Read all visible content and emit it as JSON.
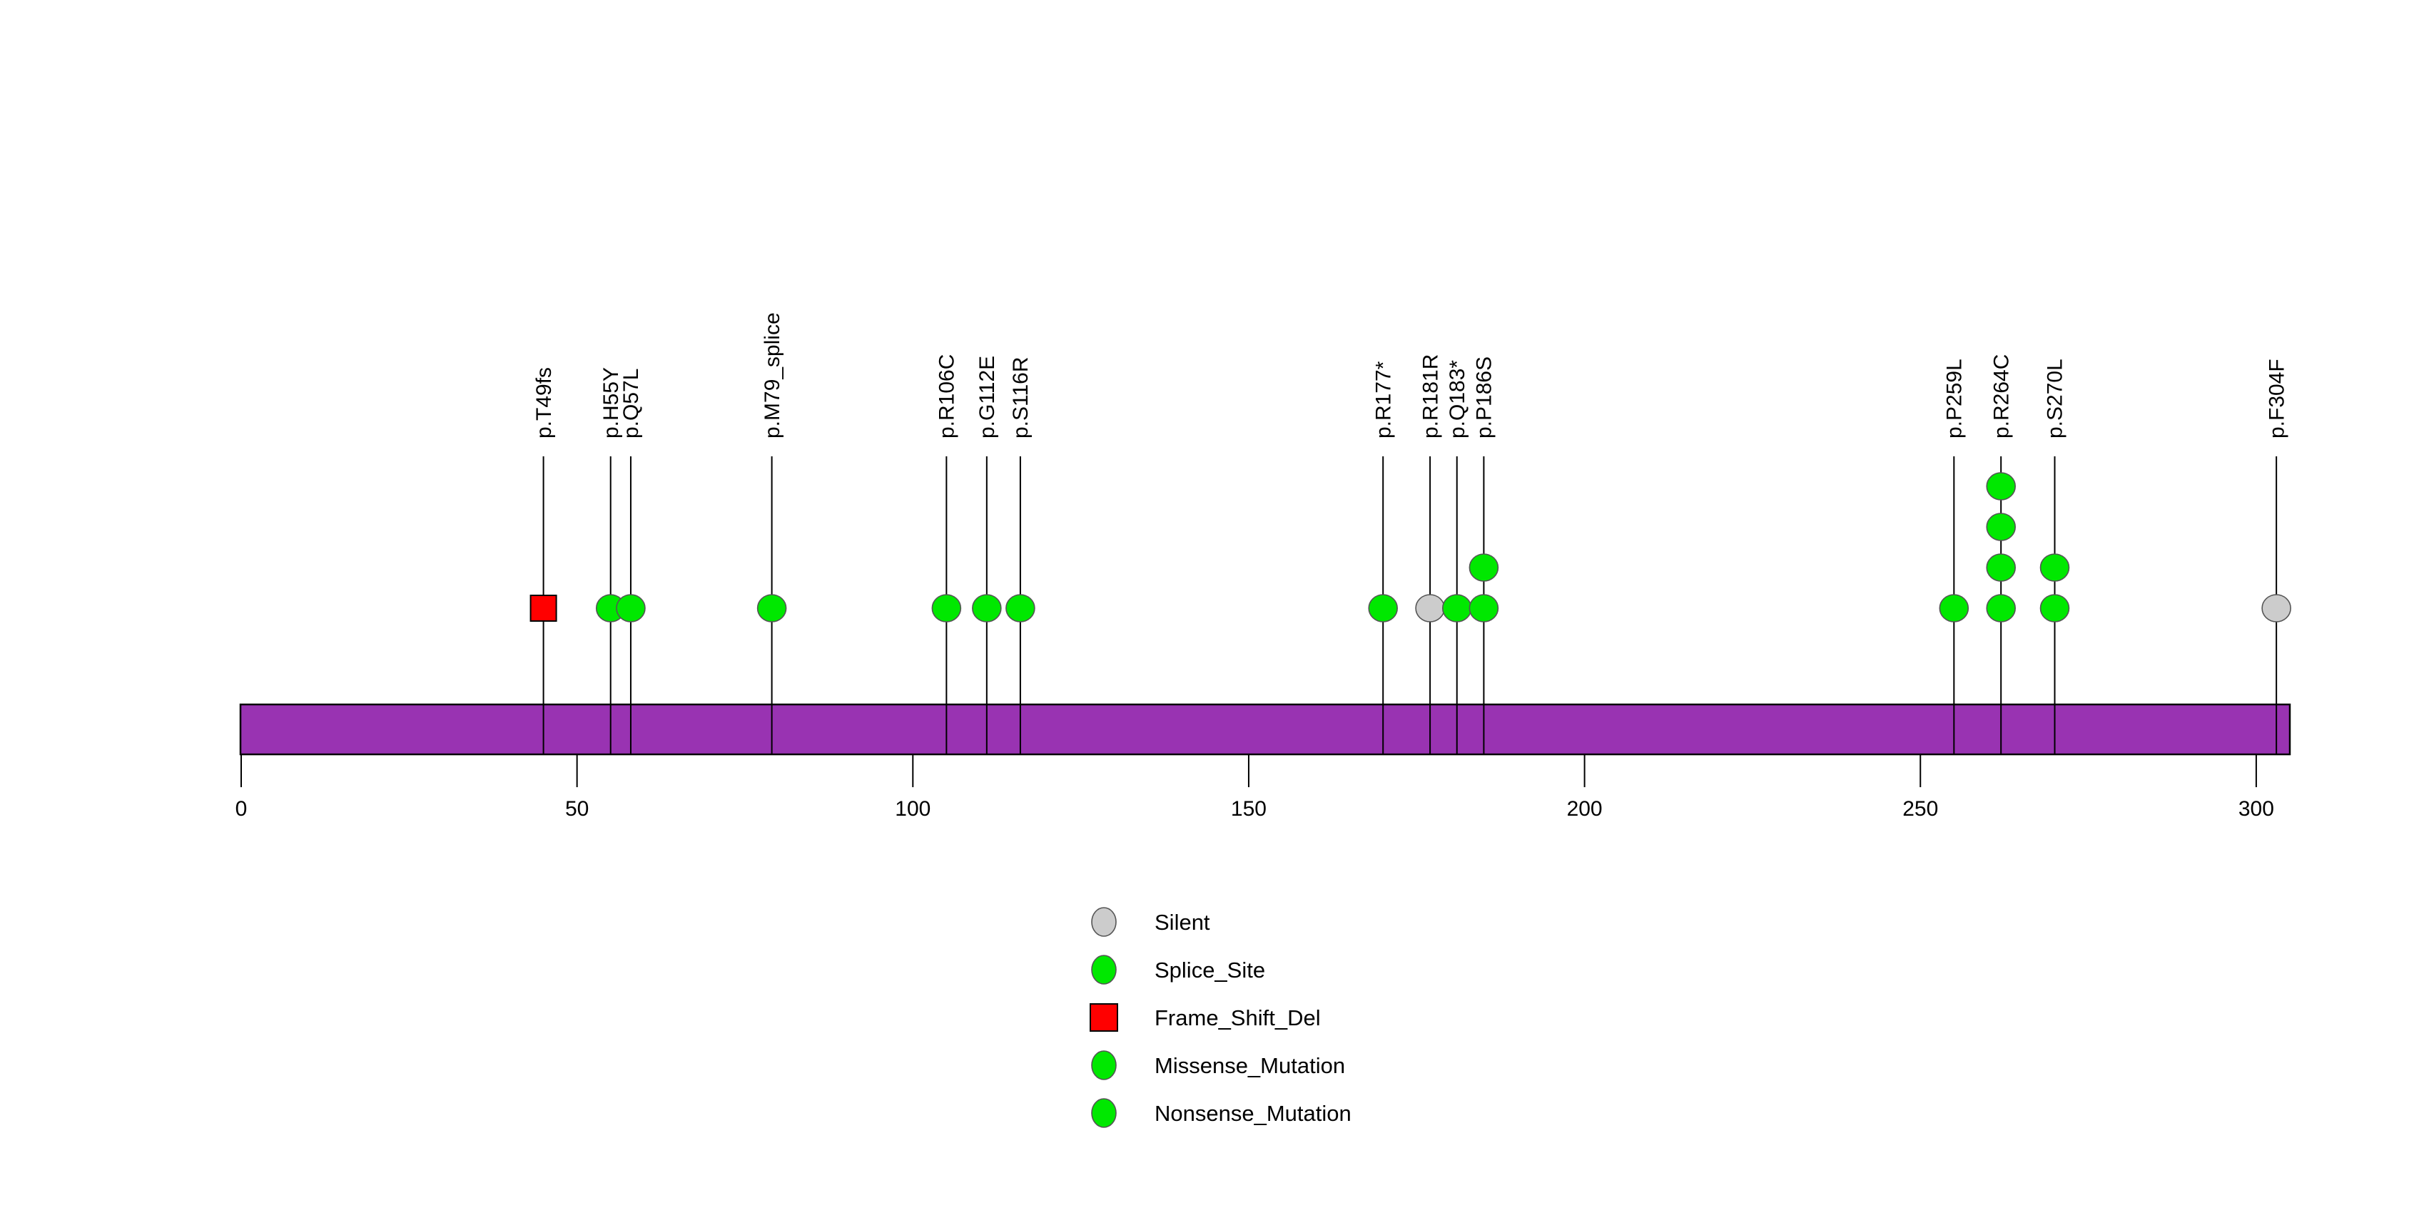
{
  "chart_data": {
    "type": "lollipop",
    "title": "",
    "subtitle": "",
    "xlabel": "",
    "ylabel": "",
    "xlim": [
      0,
      305
    ],
    "grid": false,
    "protein_length": 305,
    "domain_track": {
      "name": "protein-backbone",
      "start": 0,
      "end": 305,
      "color": "#9933B2",
      "border_color": "#000000"
    },
    "axis": {
      "ticks": [
        0,
        50,
        100,
        150,
        200,
        250,
        300
      ],
      "tick_labels": [
        "0",
        "50",
        "100",
        "150",
        "200",
        "250",
        "300"
      ]
    },
    "mutations": [
      {
        "label": "p.T49fs",
        "position": 45,
        "count": 1,
        "class": "Frame_Shift_Del",
        "shape": "square",
        "color": "#FF0000"
      },
      {
        "label": "p.H55Y",
        "position": 55,
        "count": 1,
        "class": "Missense_Mutation",
        "shape": "circle",
        "color": "#00E800"
      },
      {
        "label": "p.Q57L",
        "position": 58,
        "count": 1,
        "class": "Missense_Mutation",
        "shape": "circle",
        "color": "#00E800"
      },
      {
        "label": "p.M79_splice",
        "position": 79,
        "count": 1,
        "class": "Splice_Site",
        "shape": "circle",
        "color": "#00E800"
      },
      {
        "label": "p.R106C",
        "position": 105,
        "count": 1,
        "class": "Missense_Mutation",
        "shape": "circle",
        "color": "#00E800"
      },
      {
        "label": "p.G112E",
        "position": 111,
        "count": 1,
        "class": "Missense_Mutation",
        "shape": "circle",
        "color": "#00E800"
      },
      {
        "label": "p.S116R",
        "position": 116,
        "count": 1,
        "class": "Missense_Mutation",
        "shape": "circle",
        "color": "#00E800"
      },
      {
        "label": "p.R177*",
        "position": 170,
        "count": 1,
        "class": "Nonsense_Mutation",
        "shape": "circle",
        "color": "#00E800"
      },
      {
        "label": "p.R181R",
        "position": 177,
        "count": 1,
        "class": "Silent",
        "shape": "circle",
        "color": "#CCCCCC"
      },
      {
        "label": "p.Q183*",
        "position": 181,
        "count": 1,
        "class": "Nonsense_Mutation",
        "shape": "circle",
        "color": "#00E800"
      },
      {
        "label": "p.P186S",
        "position": 185,
        "count": 2,
        "class": "Missense_Mutation",
        "shape": "circle",
        "color": "#00E800"
      },
      {
        "label": "p.P259L",
        "position": 255,
        "count": 1,
        "class": "Missense_Mutation",
        "shape": "circle",
        "color": "#00E800"
      },
      {
        "label": "p.R264C",
        "position": 262,
        "count": 4,
        "class": "Missense_Mutation",
        "shape": "circle",
        "color": "#00E800"
      },
      {
        "label": "p.S270L",
        "position": 270,
        "count": 2,
        "class": "Missense_Mutation",
        "shape": "circle",
        "color": "#00E800"
      },
      {
        "label": "p.F304F",
        "position": 303,
        "count": 1,
        "class": "Silent",
        "shape": "circle",
        "color": "#CCCCCC"
      }
    ],
    "legend": {
      "position": "bottom-center",
      "entries": [
        {
          "label": "Silent",
          "shape": "circle",
          "color": "#CCCCCC"
        },
        {
          "label": "Splice_Site",
          "shape": "circle",
          "color": "#00E800"
        },
        {
          "label": "Frame_Shift_Del",
          "shape": "square",
          "color": "#FF0000"
        },
        {
          "label": "Missense_Mutation",
          "shape": "circle",
          "color": "#00E800"
        },
        {
          "label": "Nonsense_Mutation",
          "shape": "circle",
          "color": "#00E800"
        }
      ]
    }
  }
}
